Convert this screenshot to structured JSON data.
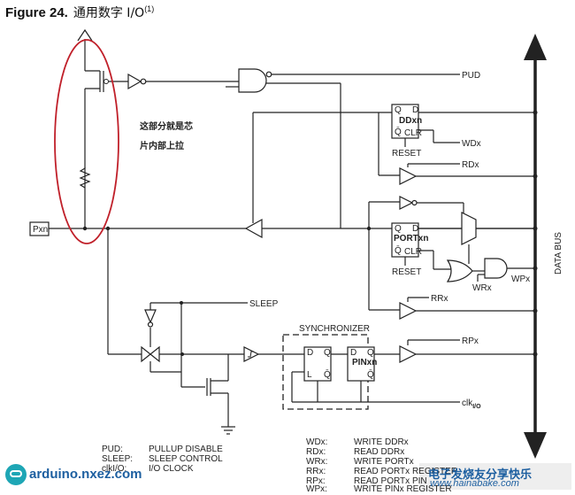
{
  "figure": {
    "label": "Figure 24.",
    "title_cn": "通用数字 I/O",
    "title_sup": "(1)"
  },
  "annotation": {
    "line1": "这部分就是芯",
    "line2": "片内部上拉",
    "color": "#c0202a"
  },
  "signals": {
    "pud": "PUD",
    "wdx": "WDx",
    "rdx": "RDx",
    "reset1": "RESET",
    "reset2": "RESET",
    "wrx": "WRx",
    "wpx": "WPx",
    "rrx": "RRx",
    "rpx": "RPx",
    "sleep": "SLEEP",
    "synchronizer": "SYNCHRONIZER",
    "clk": "clk",
    "clk_sub": "I/O",
    "data_bus": "DATA BUS",
    "pxn": "Pxn"
  },
  "blocks": {
    "ddxn": {
      "name": "DDxn",
      "q": "Q",
      "d": "D",
      "qbar": "Q̄",
      "clr": "CLR"
    },
    "portxn": {
      "name": "PORTxn",
      "q": "Q",
      "d": "D",
      "qbar": "Q̄",
      "clr": "CLR"
    },
    "latch": {
      "d": "D",
      "q": "Q",
      "l": "L",
      "qbar": "Q̄"
    },
    "pinxn": {
      "name": "PINxn",
      "d": "D",
      "q": "Q",
      "qbar": "Q̄"
    }
  },
  "legend_left": [
    {
      "abbr": "PUD:",
      "desc": "PULLUP DISABLE"
    },
    {
      "abbr": "SLEEP:",
      "desc": "SLEEP CONTROL"
    },
    {
      "abbr": "clkI/O:",
      "desc": "I/O CLOCK"
    }
  ],
  "legend_right": [
    {
      "abbr": "WDx:",
      "desc": "WRITE DDRx"
    },
    {
      "abbr": "RDx:",
      "desc": "READ DDRx"
    },
    {
      "abbr": "WRx:",
      "desc": "WRITE PORTx"
    },
    {
      "abbr": "RRx:",
      "desc": "READ PORTx REGISTER"
    },
    {
      "abbr": "RPx:",
      "desc": "READ PORTx PIN"
    },
    {
      "abbr": "WPx:",
      "desc": "WRITE PINx REGISTER"
    }
  ],
  "watermarks": {
    "left": "arduino.nxez.com",
    "right_cn": "电子发烧友分享快乐",
    "right_url": "www.hainabake.com"
  }
}
